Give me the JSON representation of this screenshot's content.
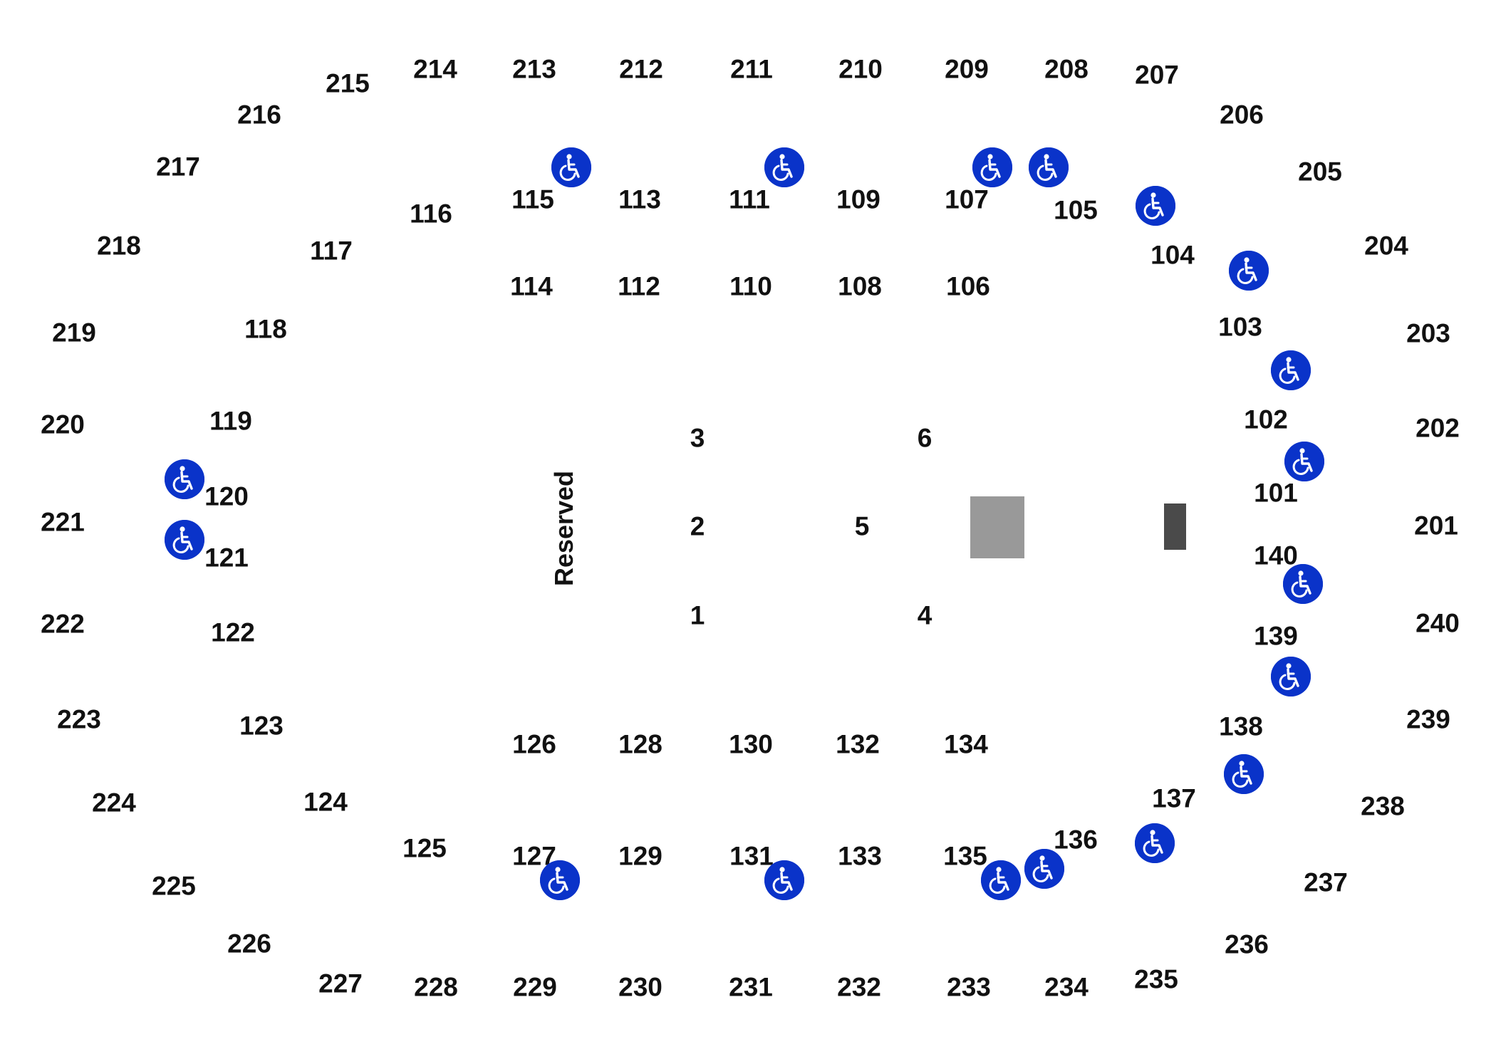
{
  "map": {
    "reserved_label": "Reserved",
    "colors": {
      "background": "#ffffff",
      "label": "#111111",
      "accessible_icon": "#0a33c9",
      "stage_block": "#999999",
      "stage_bar": "#4a4a4a"
    },
    "icon_name": "wheelchair-accessible-icon",
    "sections_200_top": [
      "215",
      "214",
      "213",
      "212",
      "211",
      "210",
      "209",
      "208",
      "207",
      "216",
      "206"
    ],
    "sections_200_left": [
      "217",
      "218",
      "219",
      "220",
      "221",
      "222",
      "223",
      "224",
      "225",
      "226"
    ],
    "sections_200_right": [
      "205",
      "204",
      "203",
      "202",
      "201",
      "240",
      "239",
      "238",
      "237",
      "236"
    ],
    "sections_200_bottom": [
      "227",
      "228",
      "229",
      "230",
      "231",
      "232",
      "233",
      "234",
      "235"
    ],
    "sections_100_top": [
      "116",
      "115",
      "113",
      "111",
      "109",
      "107",
      "105",
      "117",
      "114",
      "112",
      "110",
      "108",
      "106"
    ],
    "sections_100_left": [
      "118",
      "119",
      "120",
      "121",
      "122",
      "123",
      "124",
      "125"
    ],
    "sections_100_right": [
      "104",
      "103",
      "102",
      "101",
      "140",
      "139",
      "138",
      "137",
      "136"
    ],
    "sections_100_bottom": [
      "126",
      "128",
      "130",
      "132",
      "134",
      "127",
      "129",
      "131",
      "133",
      "135"
    ],
    "floor_sections": [
      "3",
      "2",
      "1",
      "6",
      "5",
      "4"
    ]
  }
}
